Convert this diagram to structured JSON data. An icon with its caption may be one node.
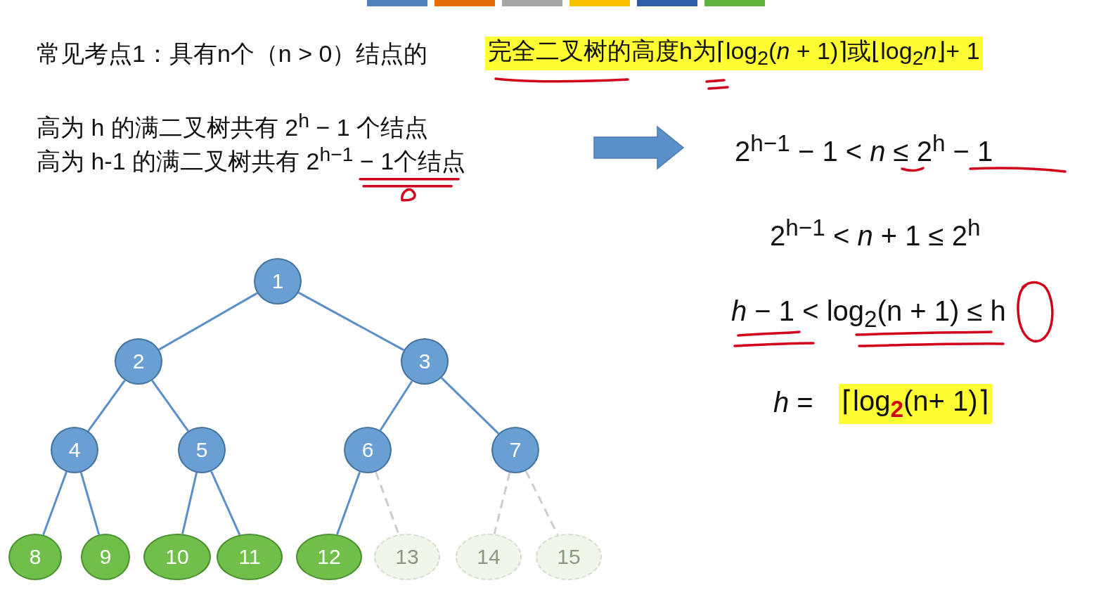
{
  "diagram": {
    "nodes": [
      {
        "text": [
          "1"
        ]
      },
      {
        "text": [
          "2"
        ]
      },
      {
        "text": [
          "3"
        ]
      },
      {
        "text": [
          "4"
        ]
      },
      {
        "text": [
          "5"
        ]
      },
      {
        "text": [
          "6"
        ]
      },
      {
        "text": [
          "7"
        ]
      },
      {
        "text": [
          "8"
        ]
      },
      {
        "text": [
          "9"
        ]
      },
      {
        "text": [
          "10"
        ]
      },
      {
        "text": [
          "11"
        ]
      },
      {
        "text": [
          "12"
        ]
      },
      {
        "text": [
          "13"
        ]
      },
      {
        "text": [
          "14"
        ]
      },
      {
        "text": [
          "15"
        ]
      }
    ],
    "edges": [
      {
        "from": 0,
        "to": 1,
        "arrow": "none"
      },
      {
        "from": 0,
        "to": 2,
        "arrow": "none"
      },
      {
        "from": 1,
        "to": 3,
        "arrow": "none"
      },
      {
        "from": 1,
        "to": 4,
        "arrow": "none"
      },
      {
        "from": 2,
        "to": 5,
        "arrow": "none"
      },
      {
        "from": 2,
        "to": 6,
        "arrow": "none"
      },
      {
        "from": 3,
        "to": 7,
        "arrow": "none"
      },
      {
        "from": 3,
        "to": 8,
        "arrow": "none"
      },
      {
        "from": 4,
        "to": 9,
        "arrow": "none"
      },
      {
        "from": 4,
        "to": 10,
        "arrow": "none"
      },
      {
        "from": 5,
        "to": 11,
        "arrow": "none"
      },
      {
        "from": 5,
        "to": 12,
        "arrow": "none",
        "style": "dashed",
        "color": "#cccccc"
      },
      {
        "from": 6,
        "to": 13,
        "arrow": "none",
        "style": "dashed",
        "color": "#cccccc"
      },
      {
        "from": 6,
        "to": 14,
        "arrow": "none",
        "style": "dashed",
        "color": "#cccccc"
      }
    ],
    "labels": [
      "常见考点1：具有n个（n > 0）结点的",
      "完全二叉树的高度h为⌈log$_{2}$(*n* + 1)⌉或⌊log$_{2}$*n*⌋+ 1",
      "高为 h 的满二叉树共有 2$^{h}$ − 1 个结点",
      "高为 h-1 的满二叉树共有 2$^{h−1}$ − 1个结点",
      "2$^{h−1}$ − 1 < *n* ≤ 2$^{h}$ − 1",
      "2$^{h−1}$ < *n* + 1 ≤ 2$^{h}$",
      "*h* − 1 < log$_{2}$(n + 1) ≤ h",
      "*h* =",
      "⌈log$_{2}$(n+ 1)⌉"
    ]
  }
}
